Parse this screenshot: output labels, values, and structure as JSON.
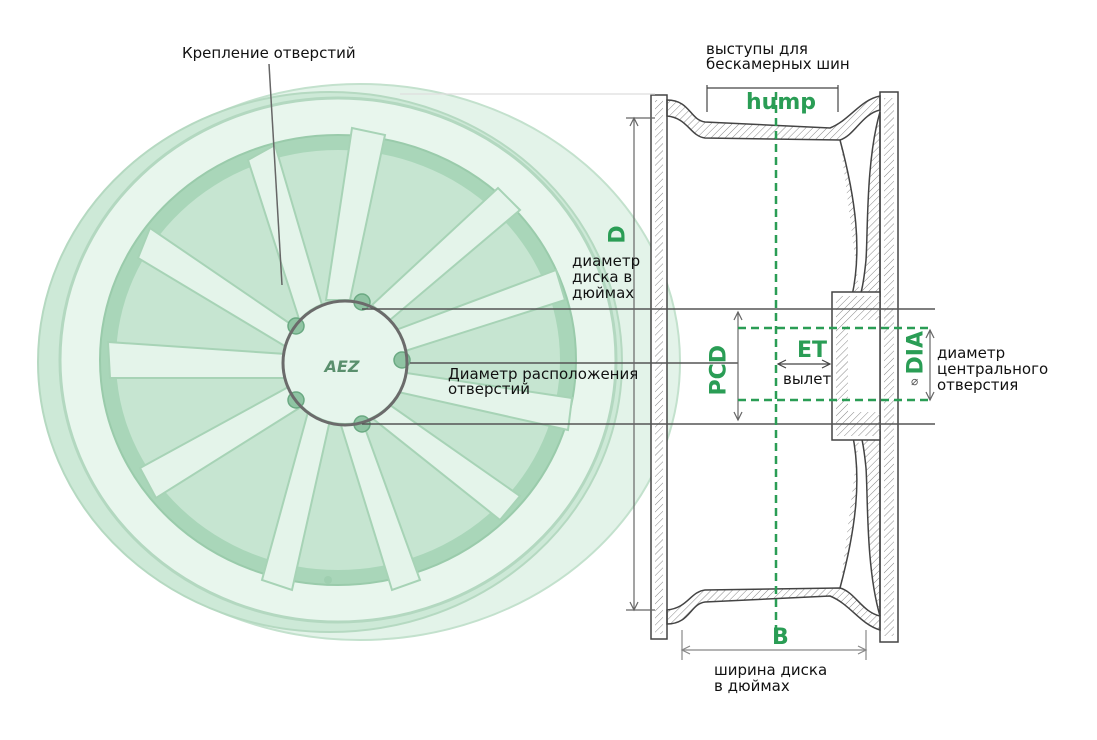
{
  "labels": {
    "mounting_holes": "Крепление отверстий",
    "hump_line1": "выступы для",
    "hump_line2": "бескамерных шин",
    "hump": "hump",
    "d": "D",
    "d_desc_line1": "диаметр",
    "d_desc_line2": "диска в",
    "d_desc_line3": "дюймах",
    "pcd": "PCD",
    "pcd_desc_line1": "Диаметр расположения",
    "pcd_desc_line2": "отверстий",
    "et": "ET",
    "et_desc": "вылет",
    "dia": "DIA",
    "dia_symbol": "⌀",
    "dia_desc_line1": "диаметр",
    "dia_desc_line2": "центрального",
    "dia_desc_line3": "отверстия",
    "b": "B",
    "b_desc_line1": "ширина диска",
    "b_desc_line2": "в дюймах",
    "logo": "AEZ"
  },
  "colors": {
    "wheel_fill": "#dff2e6",
    "wheel_stroke": "#b9dcc6",
    "wheel_dark": "#9fcfb0",
    "dimension_green": "#2a9d55",
    "line_gray": "#444444",
    "section_hatch": "#777777"
  }
}
